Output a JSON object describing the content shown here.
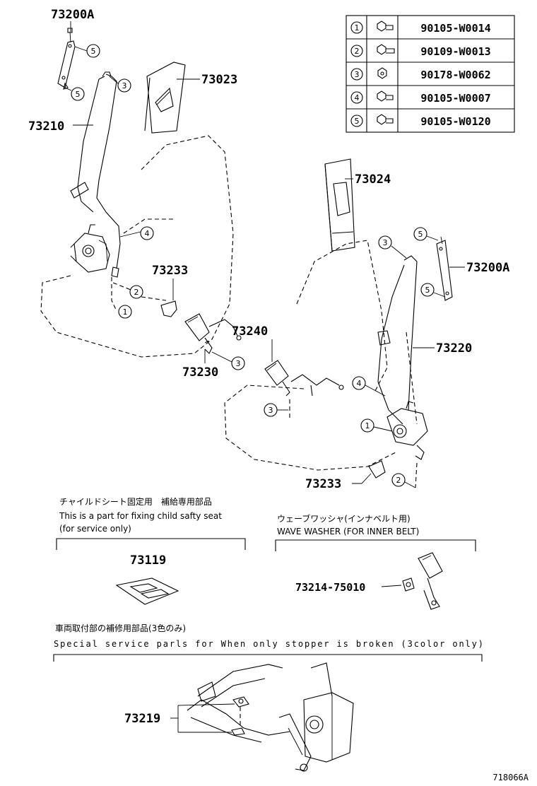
{
  "legend": [
    {
      "index": "1",
      "part": "90105-W0014"
    },
    {
      "index": "2",
      "part": "90109-W0013"
    },
    {
      "index": "3",
      "part": "90178-W0062"
    },
    {
      "index": "4",
      "part": "90105-W0007"
    },
    {
      "index": "5",
      "part": "90105-W0120"
    }
  ],
  "labels": {
    "p73200A_top": "73200A",
    "p73200A_right": "73200A",
    "p73023": "73023",
    "p73210": "73210",
    "p73024": "73024",
    "p73233_left": "73233",
    "p73240": "73240",
    "p73220": "73220",
    "p73230": "73230",
    "p73233_right": "73233",
    "p73119": "73119",
    "p73214": "73214-75010",
    "p73219": "73219"
  },
  "notes": {
    "child_seat_jp": "チャイルドシート固定用　補給専用部品",
    "child_seat_en1": "This is a part for fixing child safty seat",
    "child_seat_en2": "(for service only)",
    "wave_washer_jp": "ウェーブワッシャ(インナベルト用)",
    "wave_washer_en": "WAVE WASHER (FOR INNER BELT)",
    "special_jp": "車両取付部の補修用部品(3色のみ)",
    "special_en": "Special service parls for When only stopper is broken (3color only)"
  },
  "figure_code": "718066A"
}
